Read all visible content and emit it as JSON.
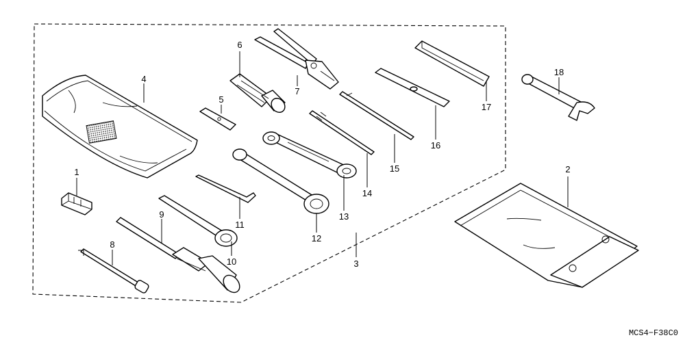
{
  "callouts": {
    "c1": "1",
    "c2": "2",
    "c3": "3",
    "c4": "4",
    "c5": "5",
    "c6": "6",
    "c7": "7",
    "c8": "8",
    "c9": "9",
    "c10": "10",
    "c11": "11",
    "c12": "12",
    "c13": "13",
    "c14": "14",
    "c15": "15",
    "c16": "16",
    "c17": "17",
    "c18": "18"
  },
  "diagram_code": "MCS4−F38C0"
}
